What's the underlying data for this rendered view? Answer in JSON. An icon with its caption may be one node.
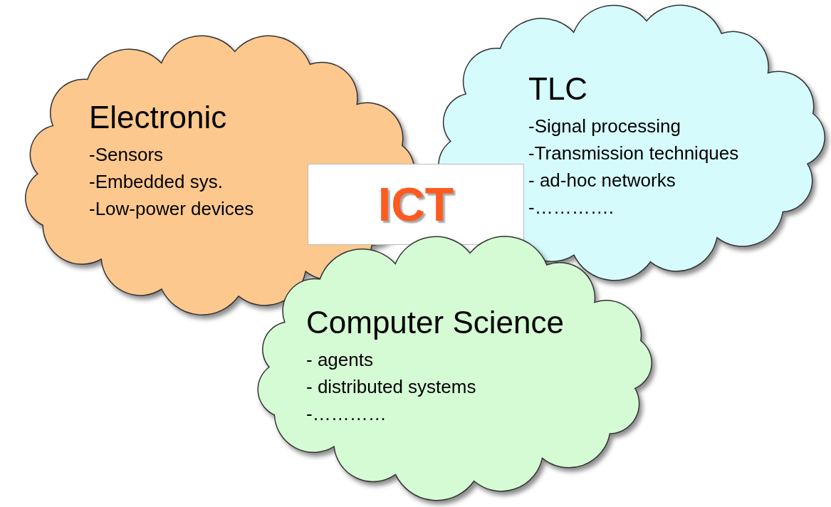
{
  "diagram": {
    "nodes": [
      {
        "text": [
          "Electronic",
          "-Sensors",
          "-Embedded sys.",
          "-Low-power devices"
        ]
      },
      {
        "text": [
          "TLC",
          "-Signal processing",
          "-Transmission techniques",
          "- ad-hoc networks",
          "-…………."
        ]
      },
      {
        "text": [
          "ICT"
        ]
      },
      {
        "text": [
          "Computer Science",
          "- agents",
          "- distributed systems",
          "-…………"
        ]
      }
    ]
  }
}
